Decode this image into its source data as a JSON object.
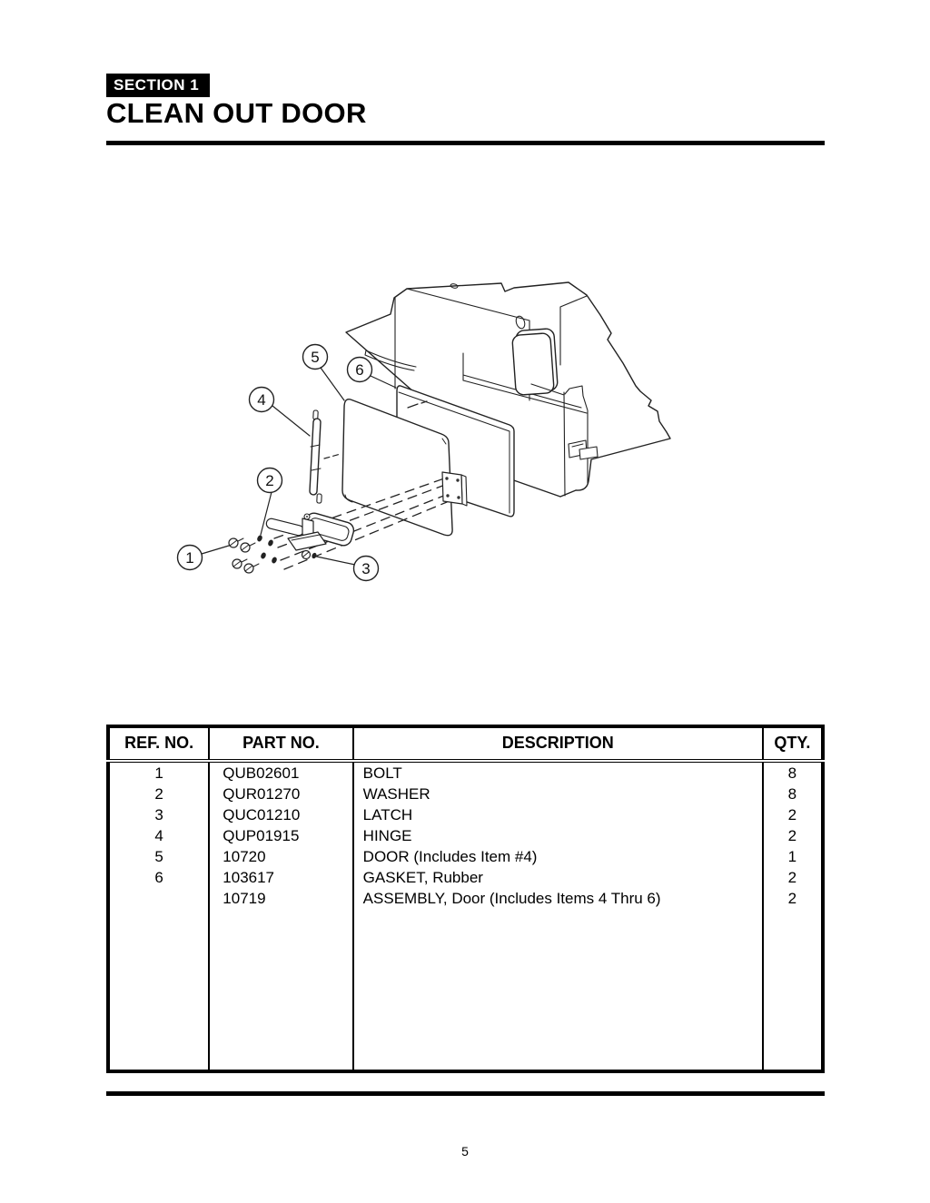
{
  "page": {
    "section_badge": "SECTION 1",
    "title": "CLEAN OUT DOOR",
    "page_number": "5"
  },
  "colors": {
    "ink": "#000000",
    "paper": "#ffffff"
  },
  "diagram": {
    "description_labels": [],
    "callouts": [
      {
        "num": "1"
      },
      {
        "num": "2"
      },
      {
        "num": "3"
      },
      {
        "num": "4"
      },
      {
        "num": "5"
      },
      {
        "num": "6"
      }
    ]
  },
  "table": {
    "headers": [
      "REF. NO.",
      "PART NO.",
      "DESCRIPTION",
      "QTY."
    ],
    "rows": [
      {
        "ref": "1",
        "part": "QUB02601",
        "desc": "BOLT",
        "qty": "8"
      },
      {
        "ref": "2",
        "part": "QUR01270",
        "desc": "WASHER",
        "qty": "8"
      },
      {
        "ref": "3",
        "part": "QUC01210",
        "desc": "LATCH",
        "qty": "2"
      },
      {
        "ref": "4",
        "part": "QUP01915",
        "desc": "HINGE",
        "qty": "2"
      },
      {
        "ref": "5",
        "part": "10720",
        "desc": "DOOR (Includes Item #4)",
        "qty": "1"
      },
      {
        "ref": "6",
        "part": "103617",
        "desc": "GASKET, Rubber",
        "qty": "2"
      },
      {
        "ref": "",
        "part": "10719",
        "desc": "ASSEMBLY, Door  (Includes Items 4 Thru 6)",
        "qty": "2"
      }
    ]
  }
}
